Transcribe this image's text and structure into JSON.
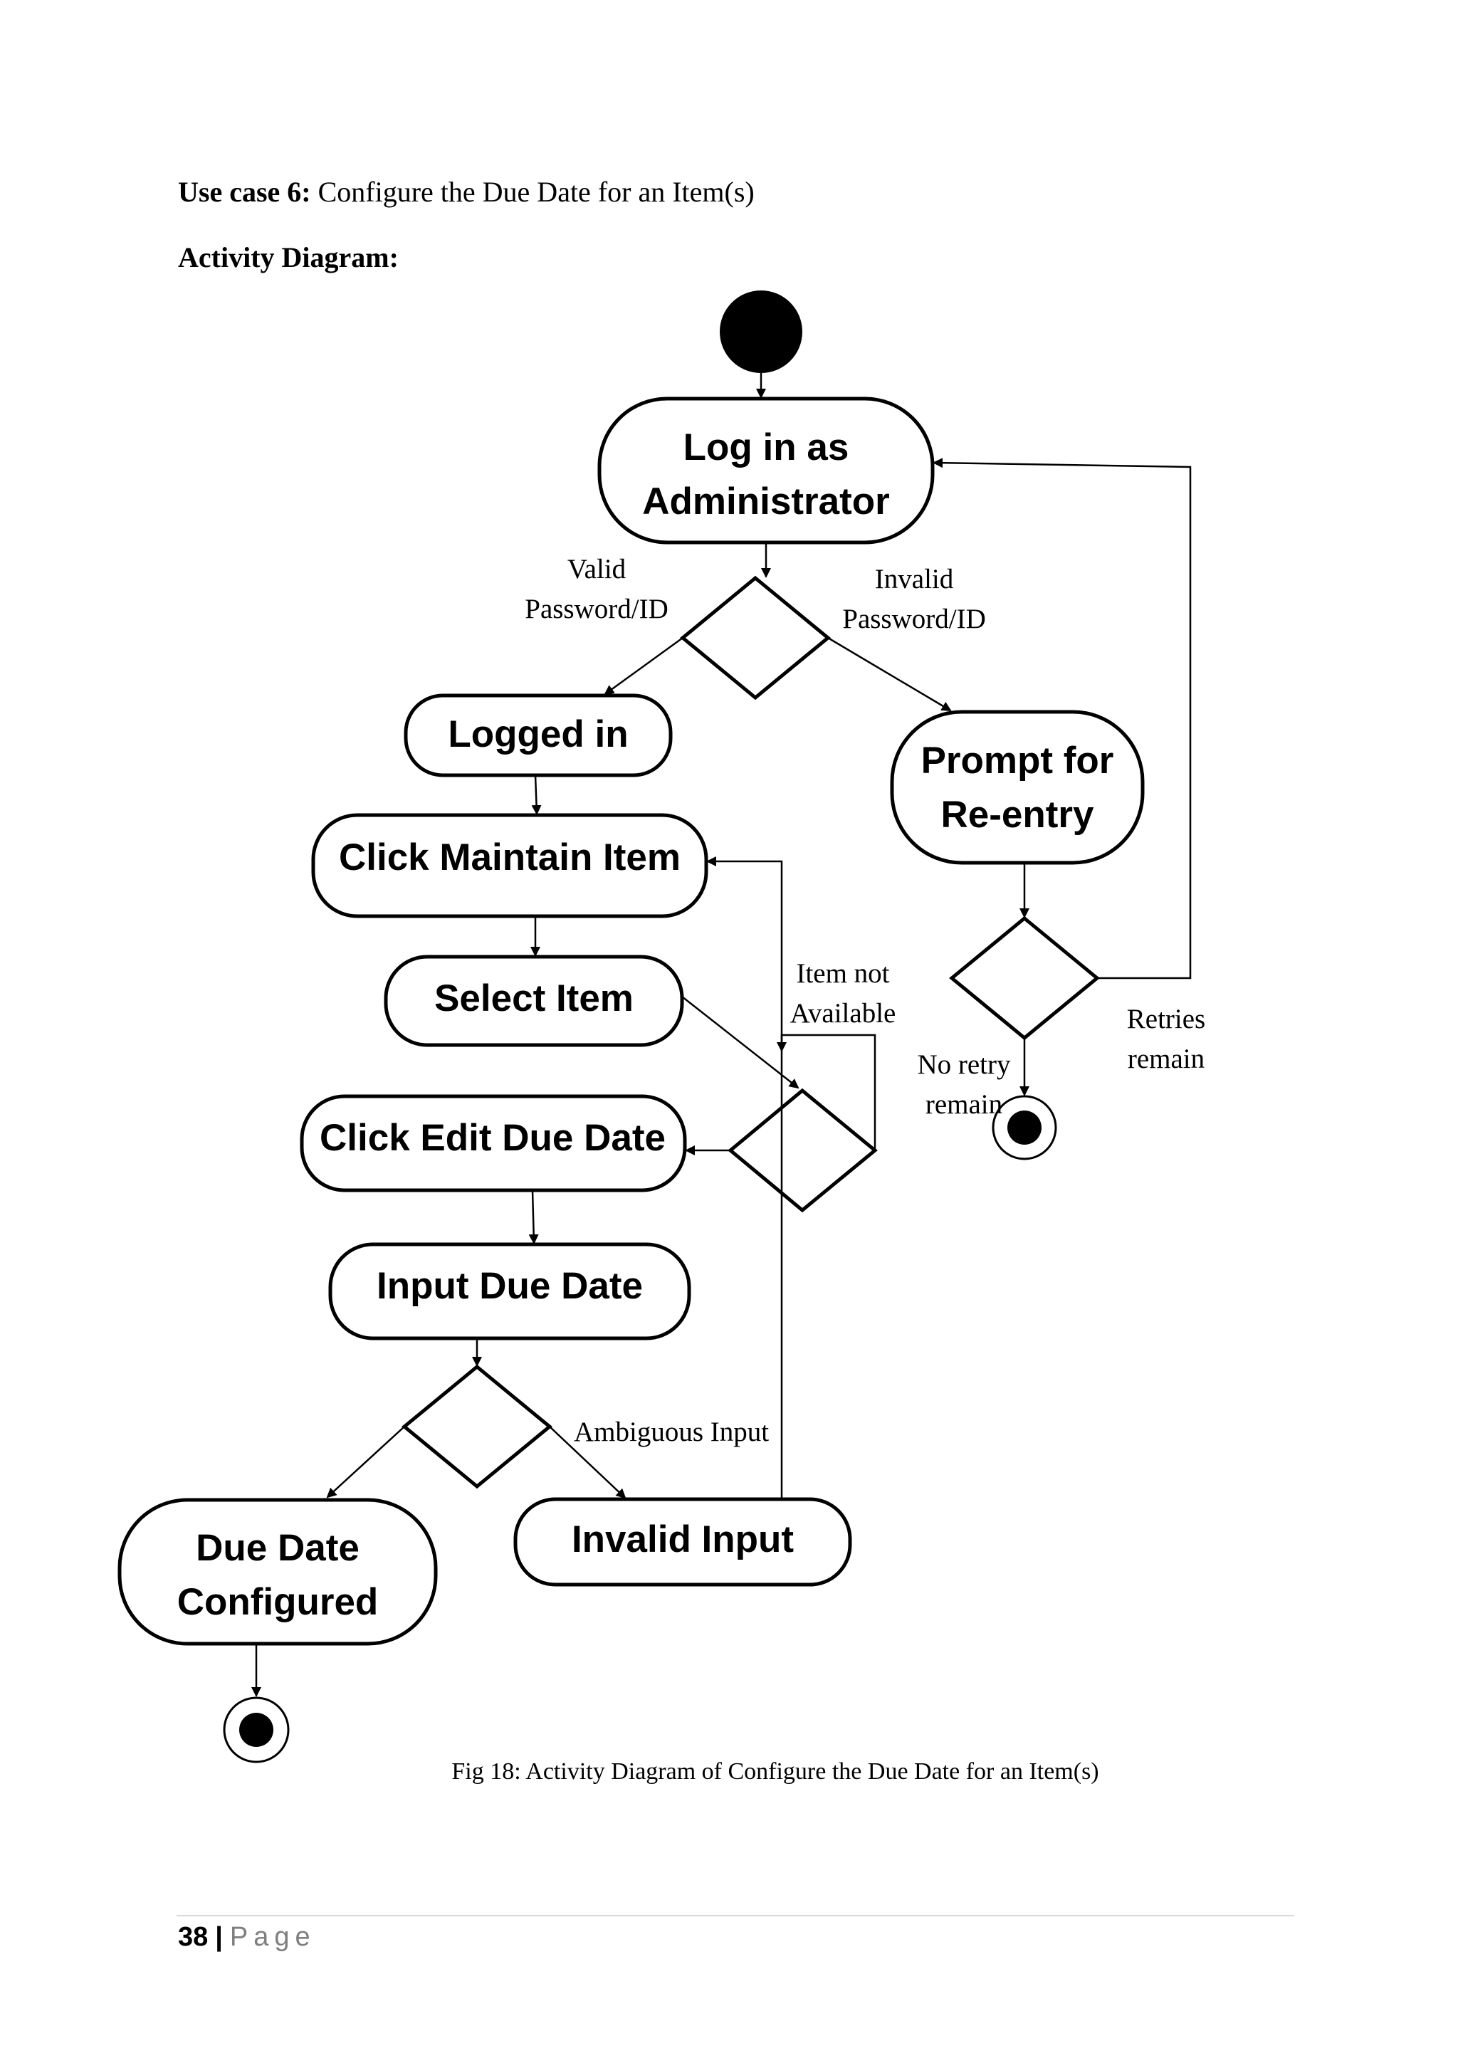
{
  "header": {
    "use_case_label": "Use case 6:",
    "use_case_title": "Configure the Due Date for an Item(s)",
    "activity_label": "Activity Diagram:"
  },
  "diagram": {
    "nodes": {
      "login": [
        "Log in as",
        "Administrator"
      ],
      "logged_in": [
        "Logged in"
      ],
      "click_maintain": [
        "Click Maintain Item"
      ],
      "select_item": [
        "Select Item"
      ],
      "click_edit": [
        "Click Edit Due Date"
      ],
      "input_due": [
        "Input Due Date"
      ],
      "due_configured": [
        "Due Date",
        "Configured"
      ],
      "invalid_input": [
        "Invalid Input"
      ],
      "prompt_reentry": [
        "Prompt for",
        "Re-entry"
      ]
    },
    "edges": {
      "valid": [
        "Valid",
        "Password/ID"
      ],
      "invalid": [
        "Invalid",
        "Password/ID"
      ],
      "item_not_available": [
        "Item not",
        "Available"
      ],
      "retries_remain": [
        "Retries",
        "remain"
      ],
      "no_retry_remain": [
        "No retry",
        "remain"
      ],
      "ambiguous_input": [
        "Ambiguous Input"
      ]
    }
  },
  "caption": "Fig 18: Activity Diagram of Configure the Due Date for an Item(s)",
  "footer": {
    "page_number": "38",
    "separator": "|",
    "page_label": "Page"
  }
}
